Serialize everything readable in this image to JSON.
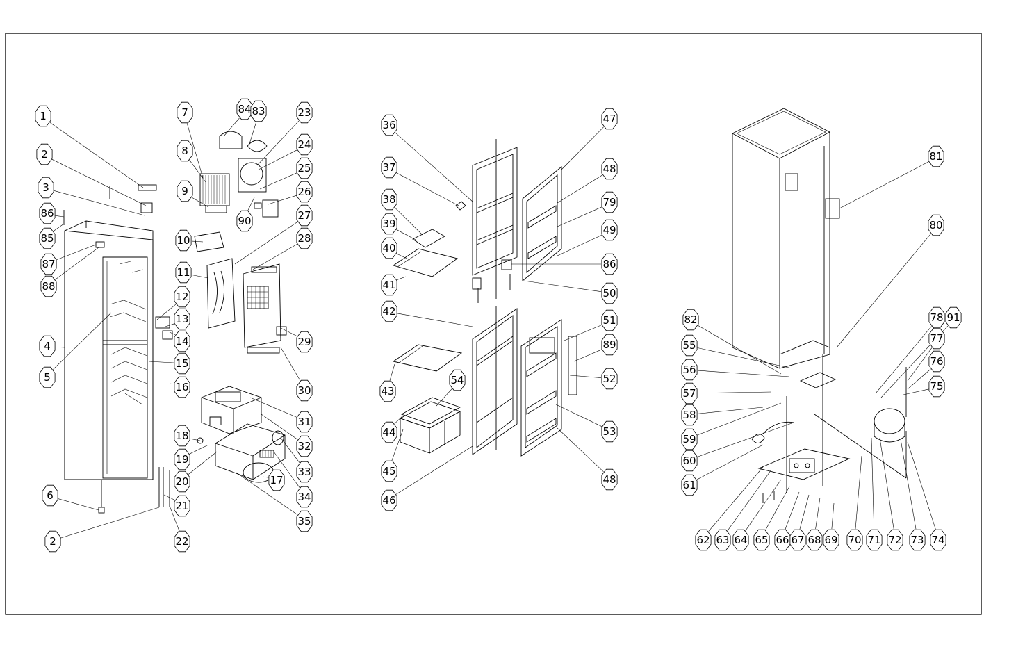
{
  "drawing_title": "",
  "panels": [
    "cabinet-interior-exploded",
    "doors-and-shelves-exploded",
    "cabinet-rear-and-compressor"
  ],
  "callouts": [
    {
      "text": "1"
    },
    {
      "text": "2"
    },
    {
      "text": "3"
    },
    {
      "text": "86"
    },
    {
      "text": "85"
    },
    {
      "text": "87"
    },
    {
      "text": "88"
    },
    {
      "text": "4"
    },
    {
      "text": "5"
    },
    {
      "text": "6"
    },
    {
      "text": "2"
    },
    {
      "text": "7"
    },
    {
      "text": "84"
    },
    {
      "text": "83"
    },
    {
      "text": "23"
    },
    {
      "text": "8"
    },
    {
      "text": "24"
    },
    {
      "text": "25"
    },
    {
      "text": "9"
    },
    {
      "text": "26"
    },
    {
      "text": "90"
    },
    {
      "text": "27"
    },
    {
      "text": "10"
    },
    {
      "text": "28"
    },
    {
      "text": "11"
    },
    {
      "text": "12"
    },
    {
      "text": "13"
    },
    {
      "text": "14"
    },
    {
      "text": "15"
    },
    {
      "text": "16"
    },
    {
      "text": "29"
    },
    {
      "text": "30"
    },
    {
      "text": "31"
    },
    {
      "text": "32"
    },
    {
      "text": "18"
    },
    {
      "text": "19"
    },
    {
      "text": "20"
    },
    {
      "text": "33"
    },
    {
      "text": "17"
    },
    {
      "text": "34"
    },
    {
      "text": "21"
    },
    {
      "text": "35"
    },
    {
      "text": "22"
    },
    {
      "text": "36"
    },
    {
      "text": "37"
    },
    {
      "text": "38"
    },
    {
      "text": "39"
    },
    {
      "text": "40"
    },
    {
      "text": "41"
    },
    {
      "text": "42"
    },
    {
      "text": "43"
    },
    {
      "text": "44"
    },
    {
      "text": "45"
    },
    {
      "text": "46"
    },
    {
      "text": "54"
    },
    {
      "text": "47"
    },
    {
      "text": "48"
    },
    {
      "text": "79"
    },
    {
      "text": "49"
    },
    {
      "text": "86"
    },
    {
      "text": "50"
    },
    {
      "text": "51"
    },
    {
      "text": "89"
    },
    {
      "text": "52"
    },
    {
      "text": "53"
    },
    {
      "text": "48"
    },
    {
      "text": "81"
    },
    {
      "text": "80"
    },
    {
      "text": "82"
    },
    {
      "text": "55"
    },
    {
      "text": "56"
    },
    {
      "text": "57"
    },
    {
      "text": "58"
    },
    {
      "text": "59"
    },
    {
      "text": "60"
    },
    {
      "text": "61"
    },
    {
      "text": "78"
    },
    {
      "text": "91"
    },
    {
      "text": "77"
    },
    {
      "text": "76"
    },
    {
      "text": "75"
    },
    {
      "text": "62"
    },
    {
      "text": "63"
    },
    {
      "text": "64"
    },
    {
      "text": "65"
    },
    {
      "text": "66"
    },
    {
      "text": "67"
    },
    {
      "text": "68"
    },
    {
      "text": "69"
    },
    {
      "text": "70"
    },
    {
      "text": "71"
    },
    {
      "text": "72"
    },
    {
      "text": "73"
    },
    {
      "text": "74"
    }
  ]
}
